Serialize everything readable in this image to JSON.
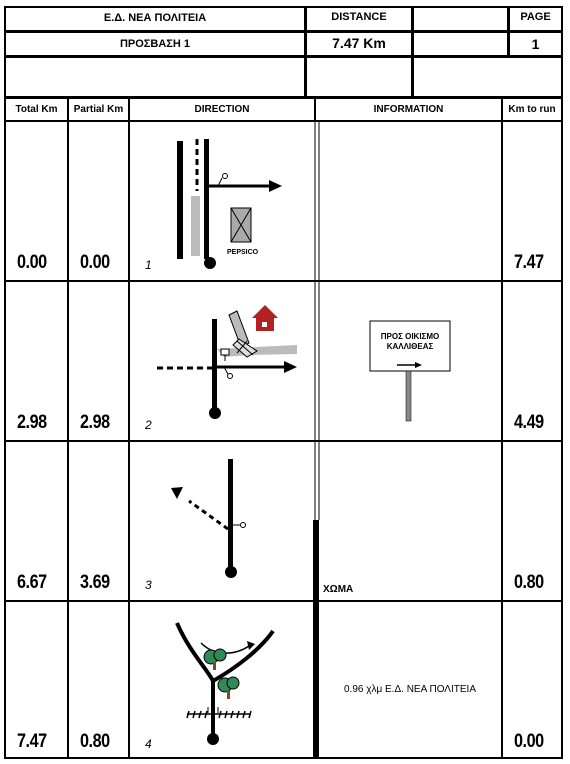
{
  "header": {
    "title": "Ε.Δ. ΝΕΑ ΠΟΛΙΤΕΙΑ",
    "subtitle": "ΠΡΟΣΒΑΣΗ 1",
    "distance_label": "DISTANCE",
    "distance_value": "7.47 Km",
    "page_label": "PAGE",
    "page_value": "1"
  },
  "columns": {
    "total": "Total Km",
    "partial": "Partial Km",
    "direction": "DIRECTION",
    "information": "INFORMATION",
    "to_run": "Km to run"
  },
  "rows": [
    {
      "total": "0.00",
      "partial": "0.00",
      "index": "1",
      "to_run": "7.47",
      "landmark": "PEPSICO",
      "info": ""
    },
    {
      "total": "2.98",
      "partial": "2.98",
      "index": "2",
      "to_run": "4.49",
      "sign_line1": "ΠΡΟΣ ΟΙΚΙΣΜΟ",
      "sign_line2": "ΚΑΛΛΙΘΕΑΣ",
      "info": ""
    },
    {
      "total": "6.67",
      "partial": "3.69",
      "index": "3",
      "to_run": "0.80",
      "info": "ΧΩΜΑ"
    },
    {
      "total": "7.47",
      "partial": "0.80",
      "index": "4",
      "to_run": "0.00",
      "info": "0.96 χλμ  Ε.Δ. ΝΕΑ ΠΟΛΙΤΕΙΑ"
    }
  ],
  "colors": {
    "line": "#000000",
    "road_gray": "#c0c0c0",
    "house_red": "#b22222",
    "tree_green": "#2e8b57"
  }
}
